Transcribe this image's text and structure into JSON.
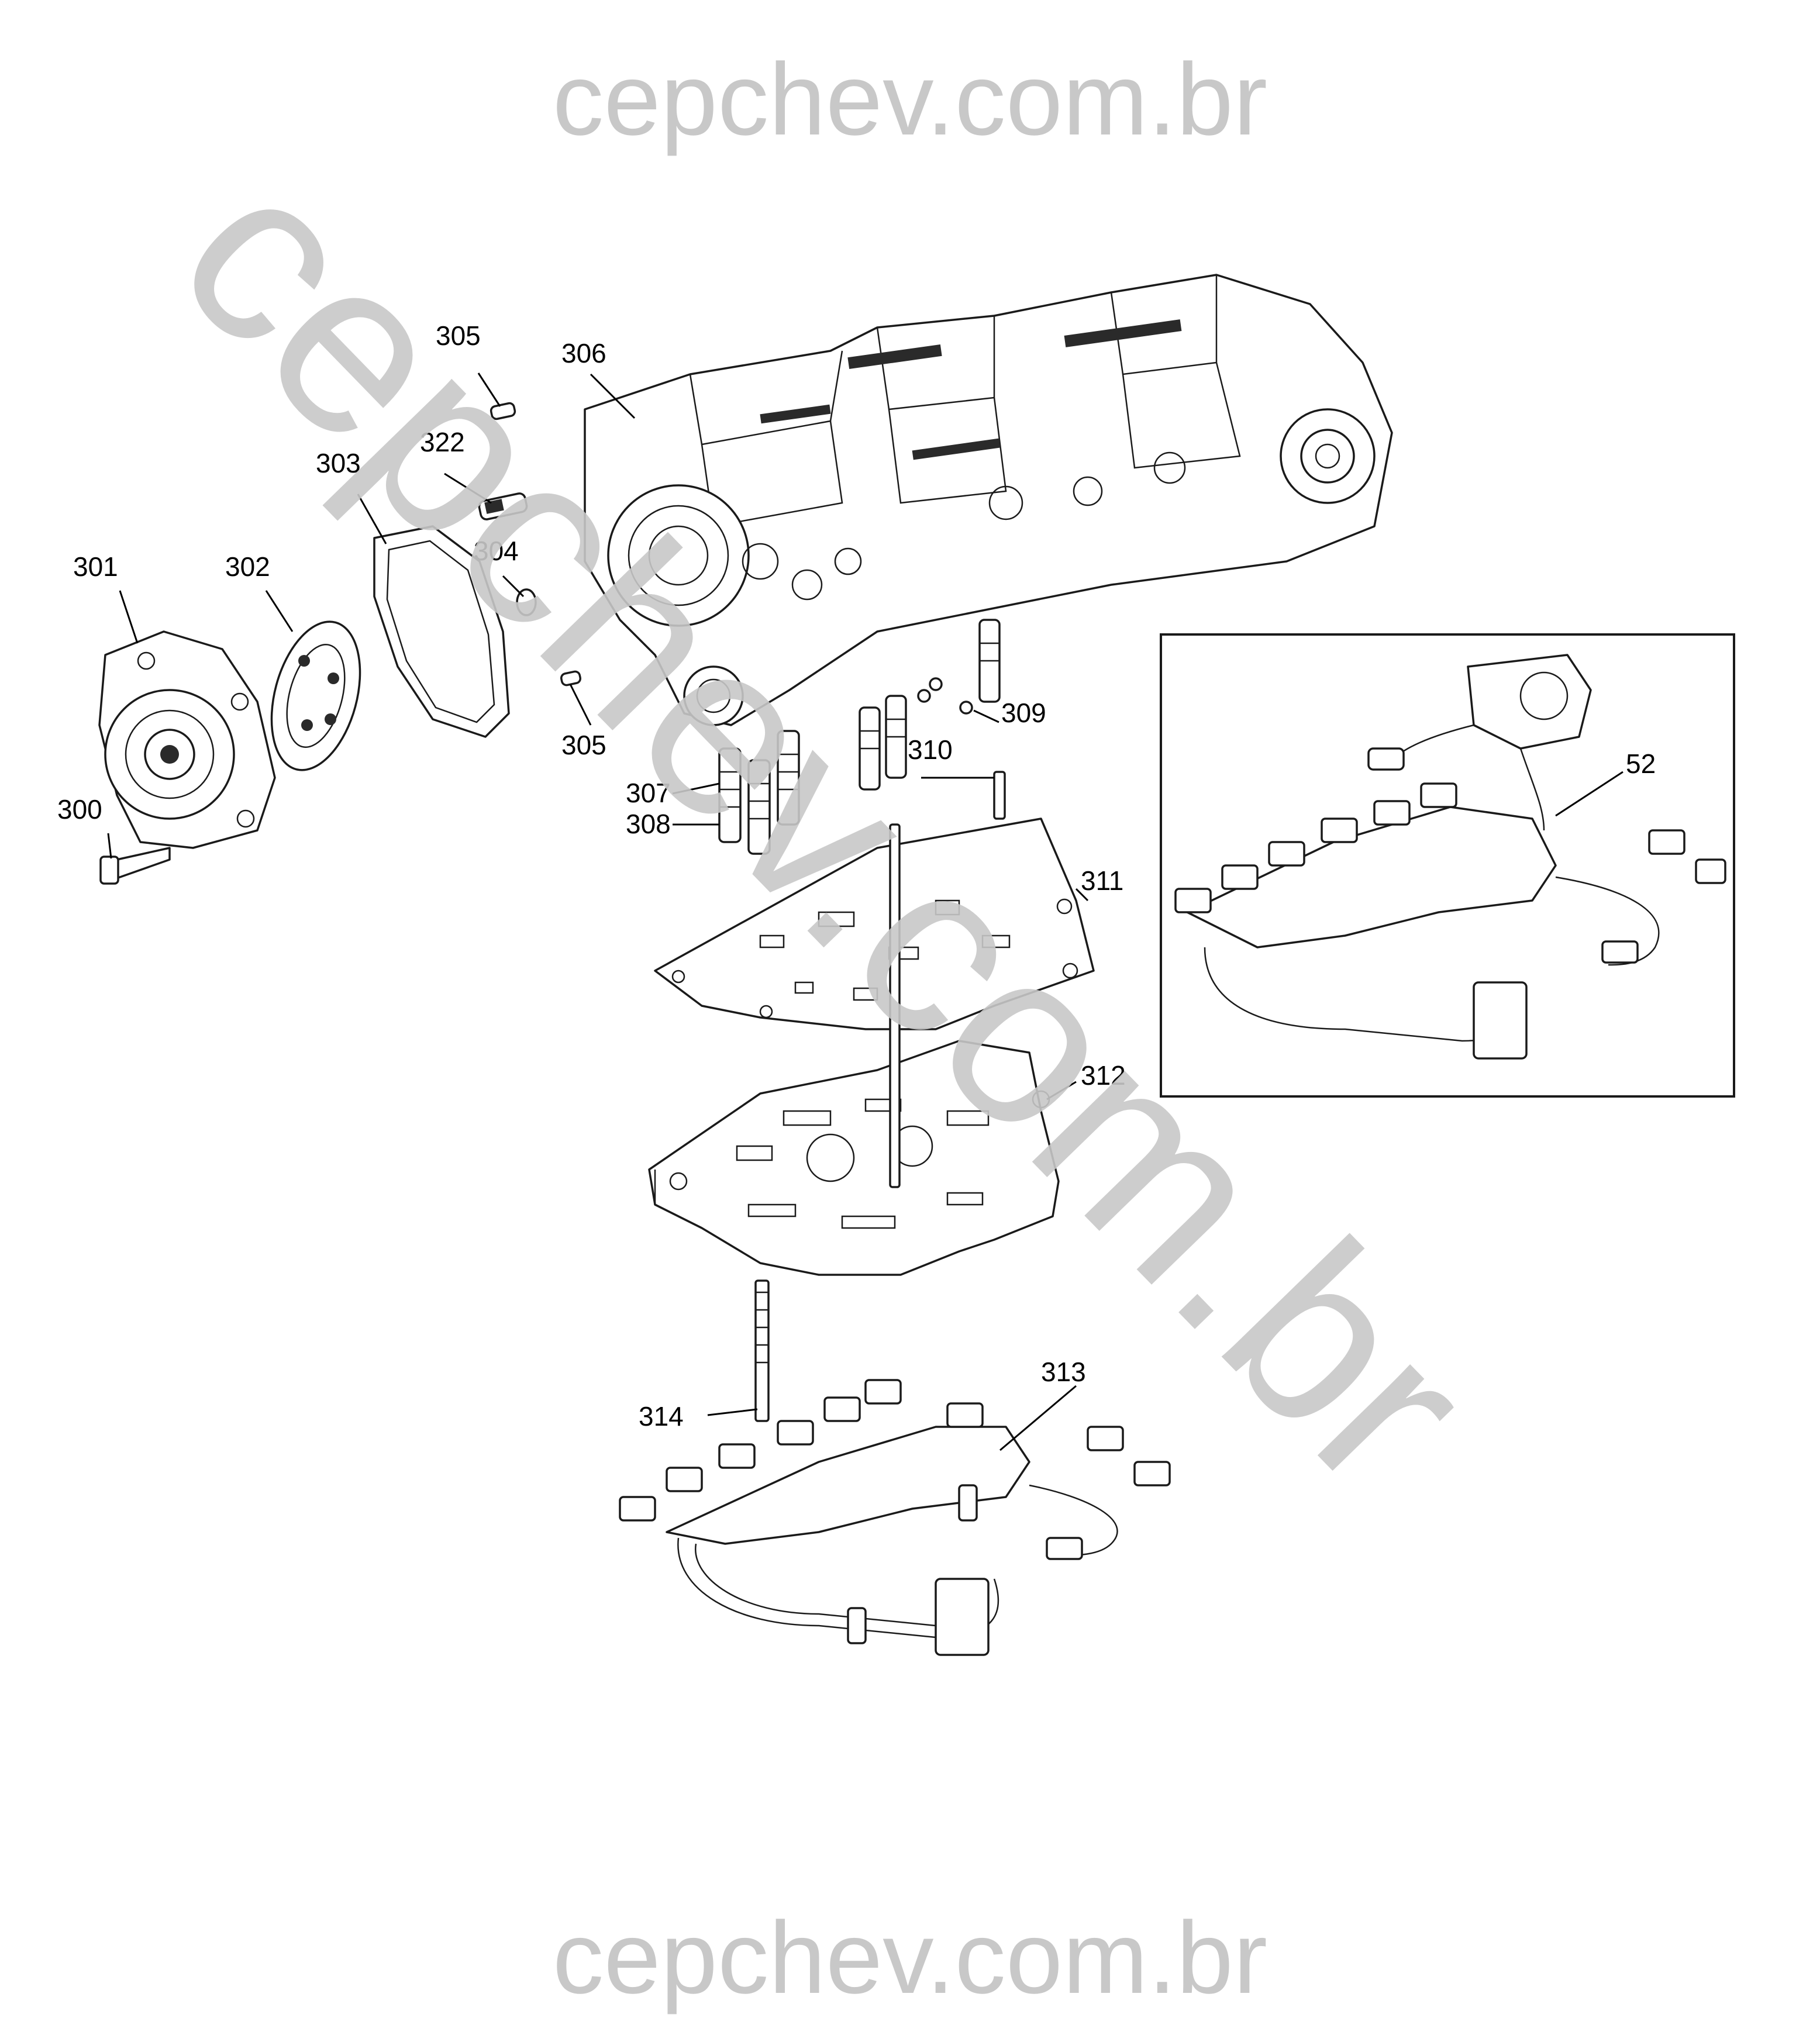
{
  "watermarks": {
    "top": "cepchev.com.br",
    "diagonal": "cepchev.com.br",
    "bottom": "cepchev.com.br"
  },
  "callouts": [
    {
      "id": "c305a",
      "label": "305"
    },
    {
      "id": "c306",
      "label": "306"
    },
    {
      "id": "c322",
      "label": "322"
    },
    {
      "id": "c303",
      "label": "303"
    },
    {
      "id": "c301",
      "label": "301"
    },
    {
      "id": "c302",
      "label": "302"
    },
    {
      "id": "c304",
      "label": "304"
    },
    {
      "id": "c300",
      "label": "300"
    },
    {
      "id": "c305b",
      "label": "305"
    },
    {
      "id": "c309",
      "label": "309"
    },
    {
      "id": "c310",
      "label": "310"
    },
    {
      "id": "c307",
      "label": "307"
    },
    {
      "id": "c308",
      "label": "308"
    },
    {
      "id": "c311",
      "label": "311"
    },
    {
      "id": "c312",
      "label": "312"
    },
    {
      "id": "c313",
      "label": "313"
    },
    {
      "id": "c314",
      "label": "314"
    },
    {
      "id": "c52",
      "label": "52"
    }
  ]
}
